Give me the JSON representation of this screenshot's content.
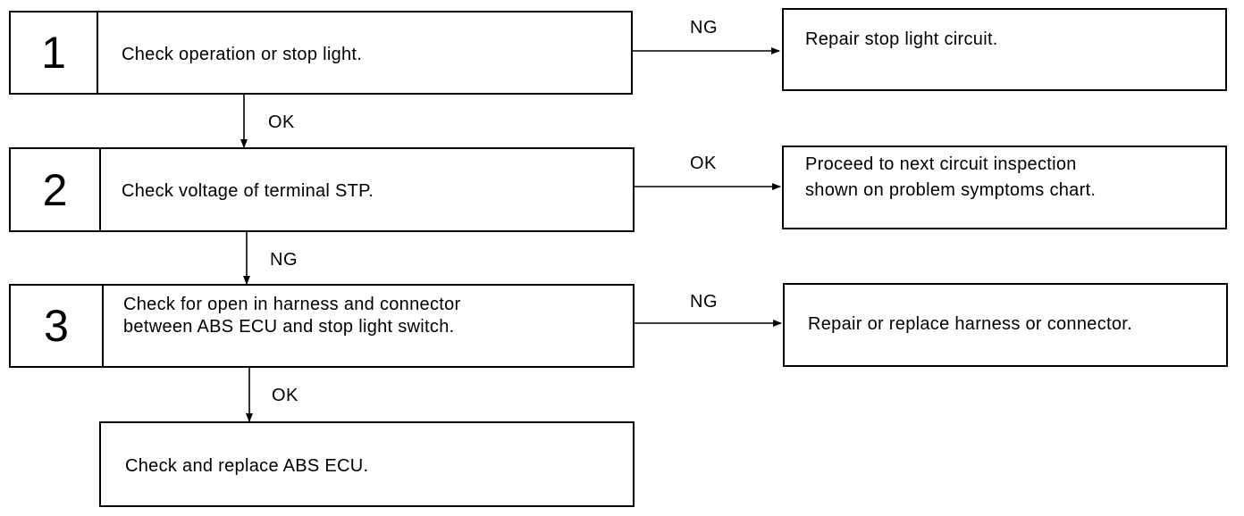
{
  "steps": [
    {
      "number": "1",
      "text_lines": [
        "Check operation or stop light."
      ],
      "result_label": "NG",
      "result_lines": [
        "Repair stop light circuit."
      ],
      "next_label": "OK"
    },
    {
      "number": "2",
      "text_lines": [
        "Check voltage of terminal STP."
      ],
      "result_label": "OK",
      "result_lines": [
        "Proceed to next circuit inspection",
        "shown on problem symptoms chart."
      ],
      "next_label": "NG"
    },
    {
      "number": "3",
      "text_lines": [
        "Check for open in harness and connector",
        "between ABS ECU and stop light switch."
      ],
      "result_label": "NG",
      "result_lines": [
        "Repair or replace harness or connector."
      ],
      "next_label": "OK"
    }
  ],
  "final": {
    "text_lines": [
      "Check and replace ABS ECU."
    ]
  }
}
